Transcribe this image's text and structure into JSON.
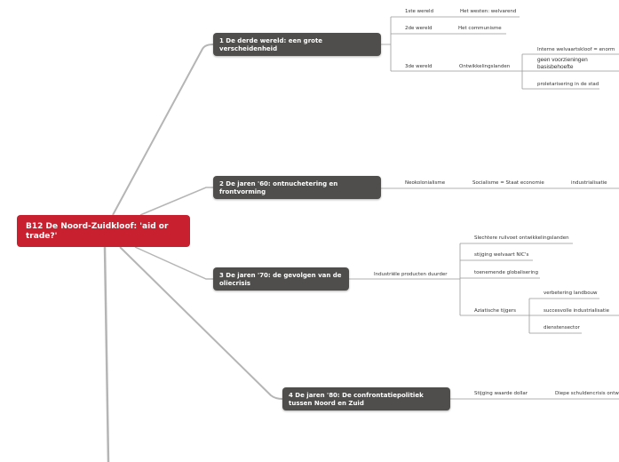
{
  "root": {
    "label": "B12 De Noord-Zuidkloof: 'aid or trade?'",
    "color": "#c8202f"
  },
  "topics": [
    {
      "label": "1 De derde wereld: een grote verscheidenheid",
      "children": [
        {
          "label": "1ste wereld",
          "child": "Het westen: welvarend"
        },
        {
          "label": "2de wereld",
          "child": "Het communisme"
        },
        {
          "label": "3de wereld",
          "child": "Ontwikkelingslanden",
          "grandchildren": [
            "Interne welvaartskloof = enorm",
            "geen voorzieningen basisbehoefte",
            "proletarisering in de stad"
          ]
        }
      ]
    },
    {
      "label": "2 De jaren '60: ontnuchetering en frontvorming",
      "chain": [
        "Neokolonialisme",
        "Socialisme = Staat economie",
        "industrialisatie"
      ]
    },
    {
      "label": "3 De jaren '70: de gevolgen van de oliecrisis",
      "child": "Industriële producten duurder",
      "grandchildren": [
        "Slechtere ruilvoet ontwikkelingslanden",
        "stijging welvaart NIC's",
        "toenemende globalisering",
        "Aziatische tijgers"
      ],
      "tigers": [
        "verbetering landbouw",
        "succesvolle industrialisatie",
        "dienstensector"
      ]
    },
    {
      "label": "4 De jaren '80: De confrontatiepolitiek tussen Noord en Zuid",
      "chain": [
        "Stijging waarde dollar",
        "Diepe schuldencrisis ontw"
      ]
    }
  ]
}
